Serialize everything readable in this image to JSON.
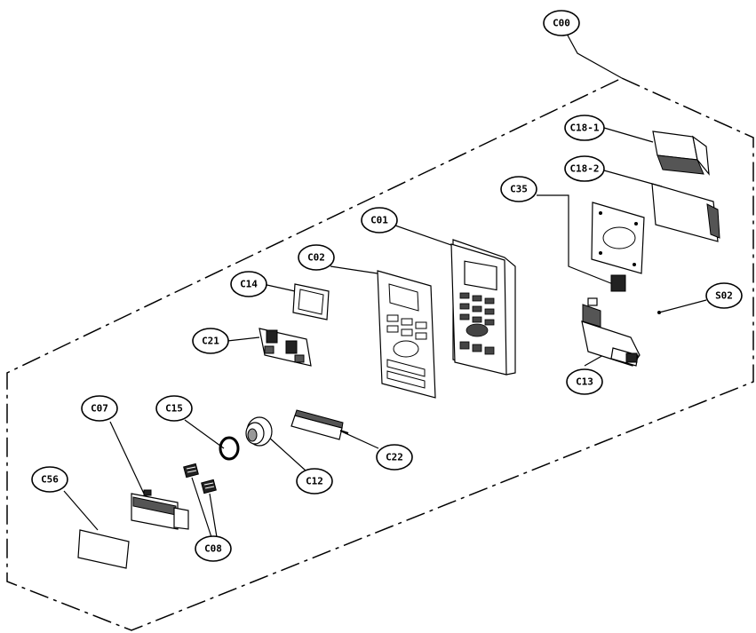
{
  "labels": {
    "c00": "C00",
    "c18_1": "C18-1",
    "c18_2": "C18-2",
    "c35": "C35",
    "c01": "C01",
    "c02": "C02",
    "c14": "C14",
    "c21": "C21",
    "s02": "S02",
    "c13": "C13",
    "c07": "C07",
    "c15": "C15",
    "c22": "C22",
    "c12": "C12",
    "c56": "C56",
    "c08": "C08"
  }
}
